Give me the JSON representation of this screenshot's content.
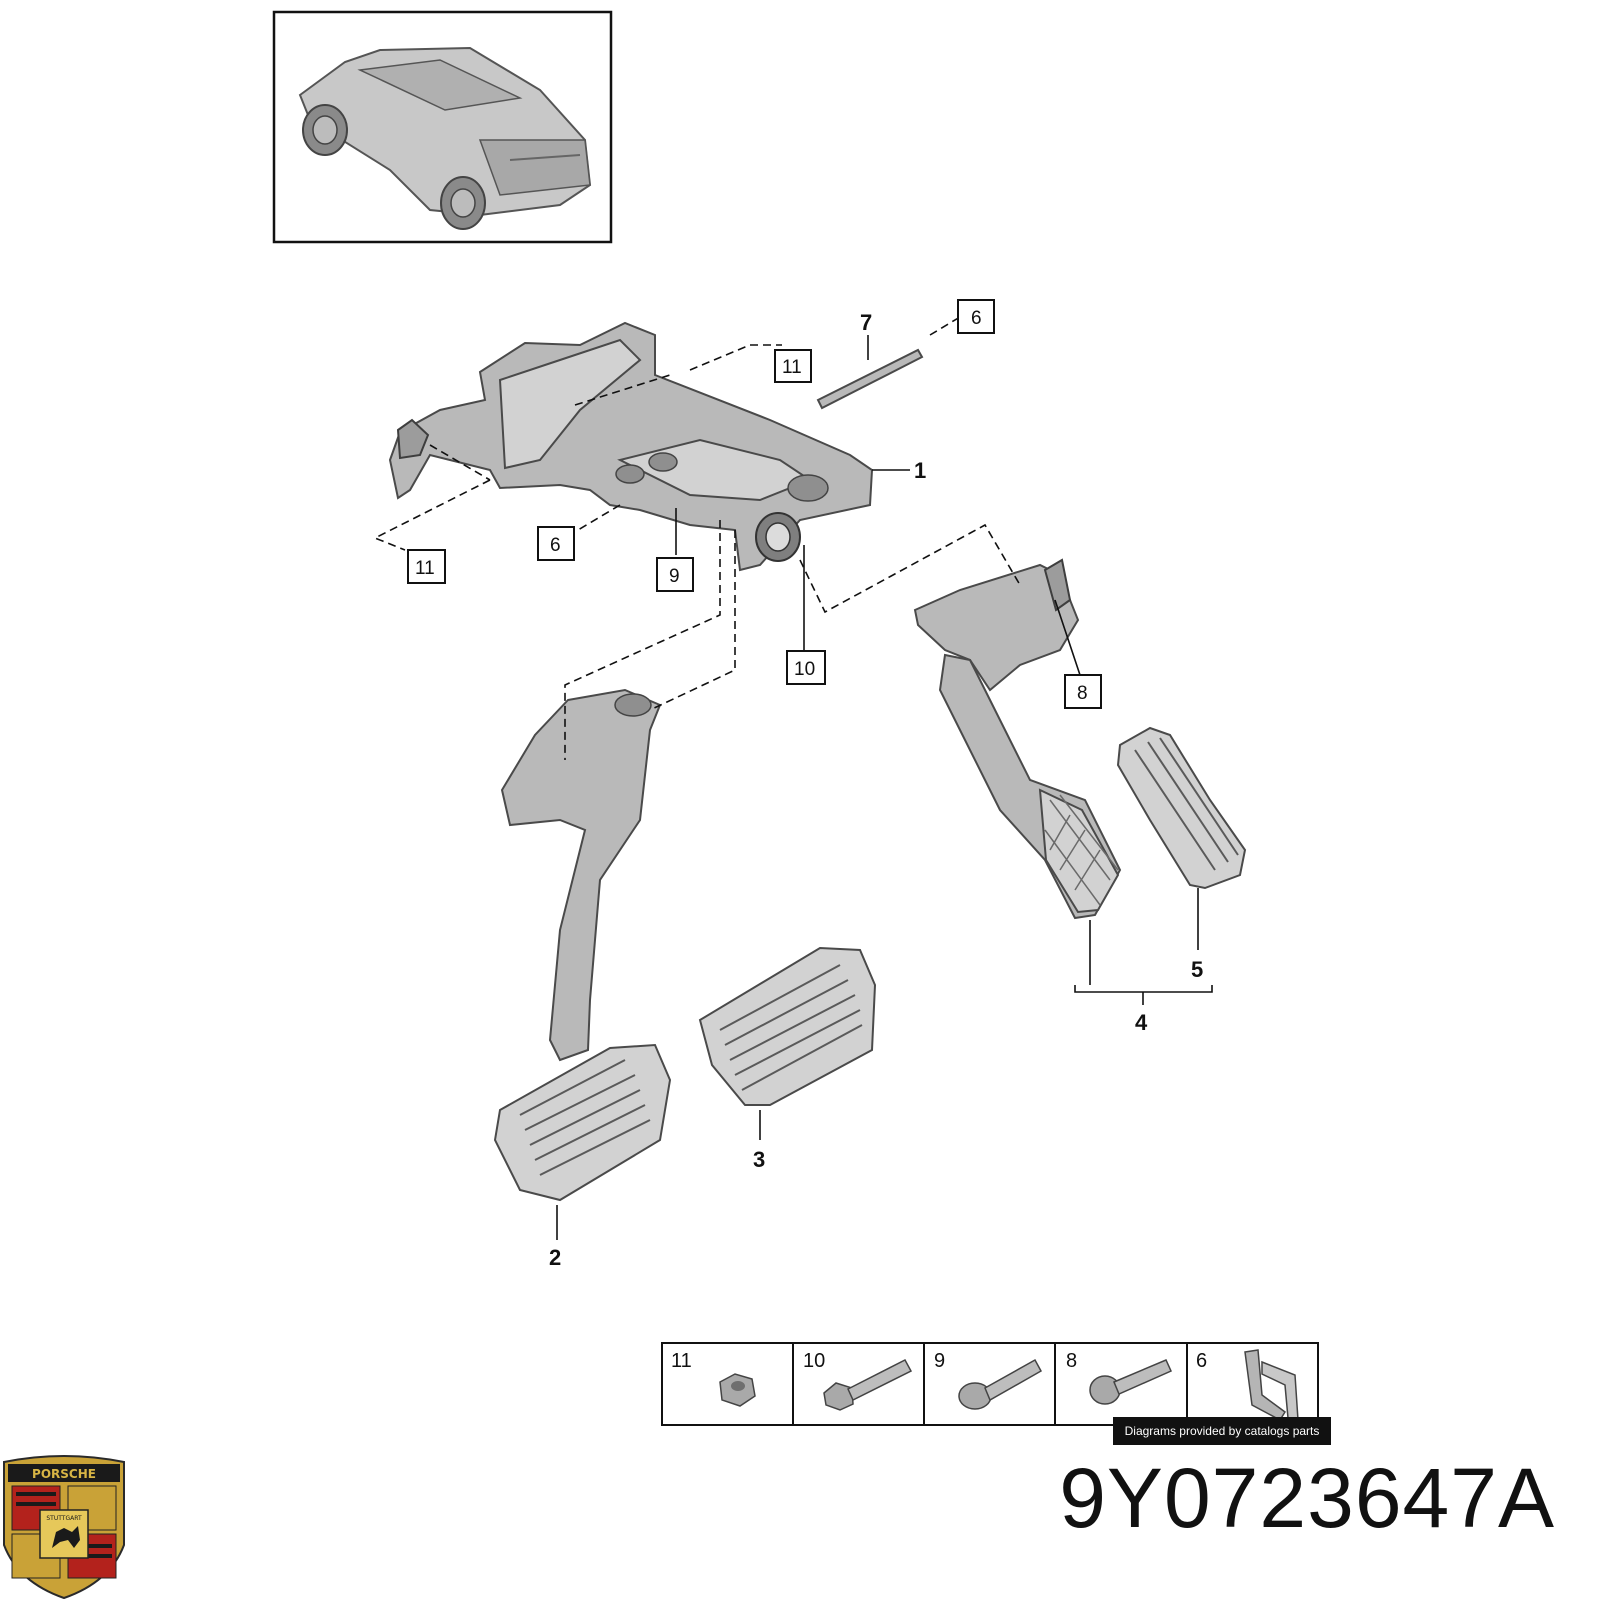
{
  "diagram": {
    "callouts": {
      "c1": "1",
      "c2": "2",
      "c3": "3",
      "c4": "4",
      "c5": "5",
      "c6a": "6",
      "c6b": "6",
      "c7": "7",
      "c8": "8",
      "c9": "9",
      "c10": "10",
      "c11a": "11",
      "c11b": "11"
    },
    "legend": {
      "cells": [
        "11",
        "10",
        "9",
        "8",
        "6"
      ]
    },
    "credit": "Diagrams provided by catalogs parts",
    "part_number": "9Y0723647A",
    "logo_text": "PORSCHE",
    "logo_subtext": "STUTTGART"
  }
}
